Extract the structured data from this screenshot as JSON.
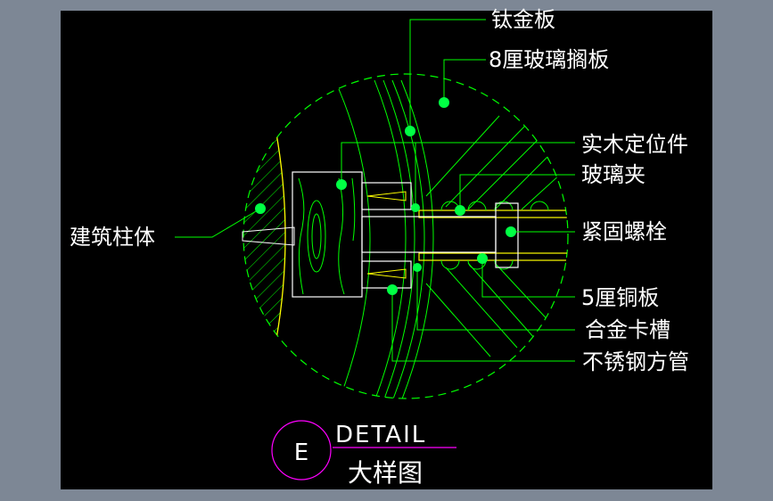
{
  "diagram": {
    "labels": {
      "titanium_plate": "钛金板",
      "glass_shelf": "8厘玻璃搁板",
      "wood_locator": "实木定位件",
      "glass_clamp": "玻璃夹",
      "fastening_bolt": "紧固螺栓",
      "copper_plate": "5厘铜板",
      "alloy_slot": "合金卡槽",
      "stainless_tube": "不锈钢方管",
      "building_column": "建筑柱体"
    },
    "title_block": {
      "marker": "E",
      "detail": "DETAIL",
      "subtitle": "大样图"
    },
    "colors": {
      "background": "#000000",
      "frame": "#7d8795",
      "lines": "#00ff00",
      "yellow_lines": "#ffff00",
      "leader_dots": "#00ff44",
      "text": "#ffffff",
      "marker_circle": "#ff00ff"
    }
  }
}
